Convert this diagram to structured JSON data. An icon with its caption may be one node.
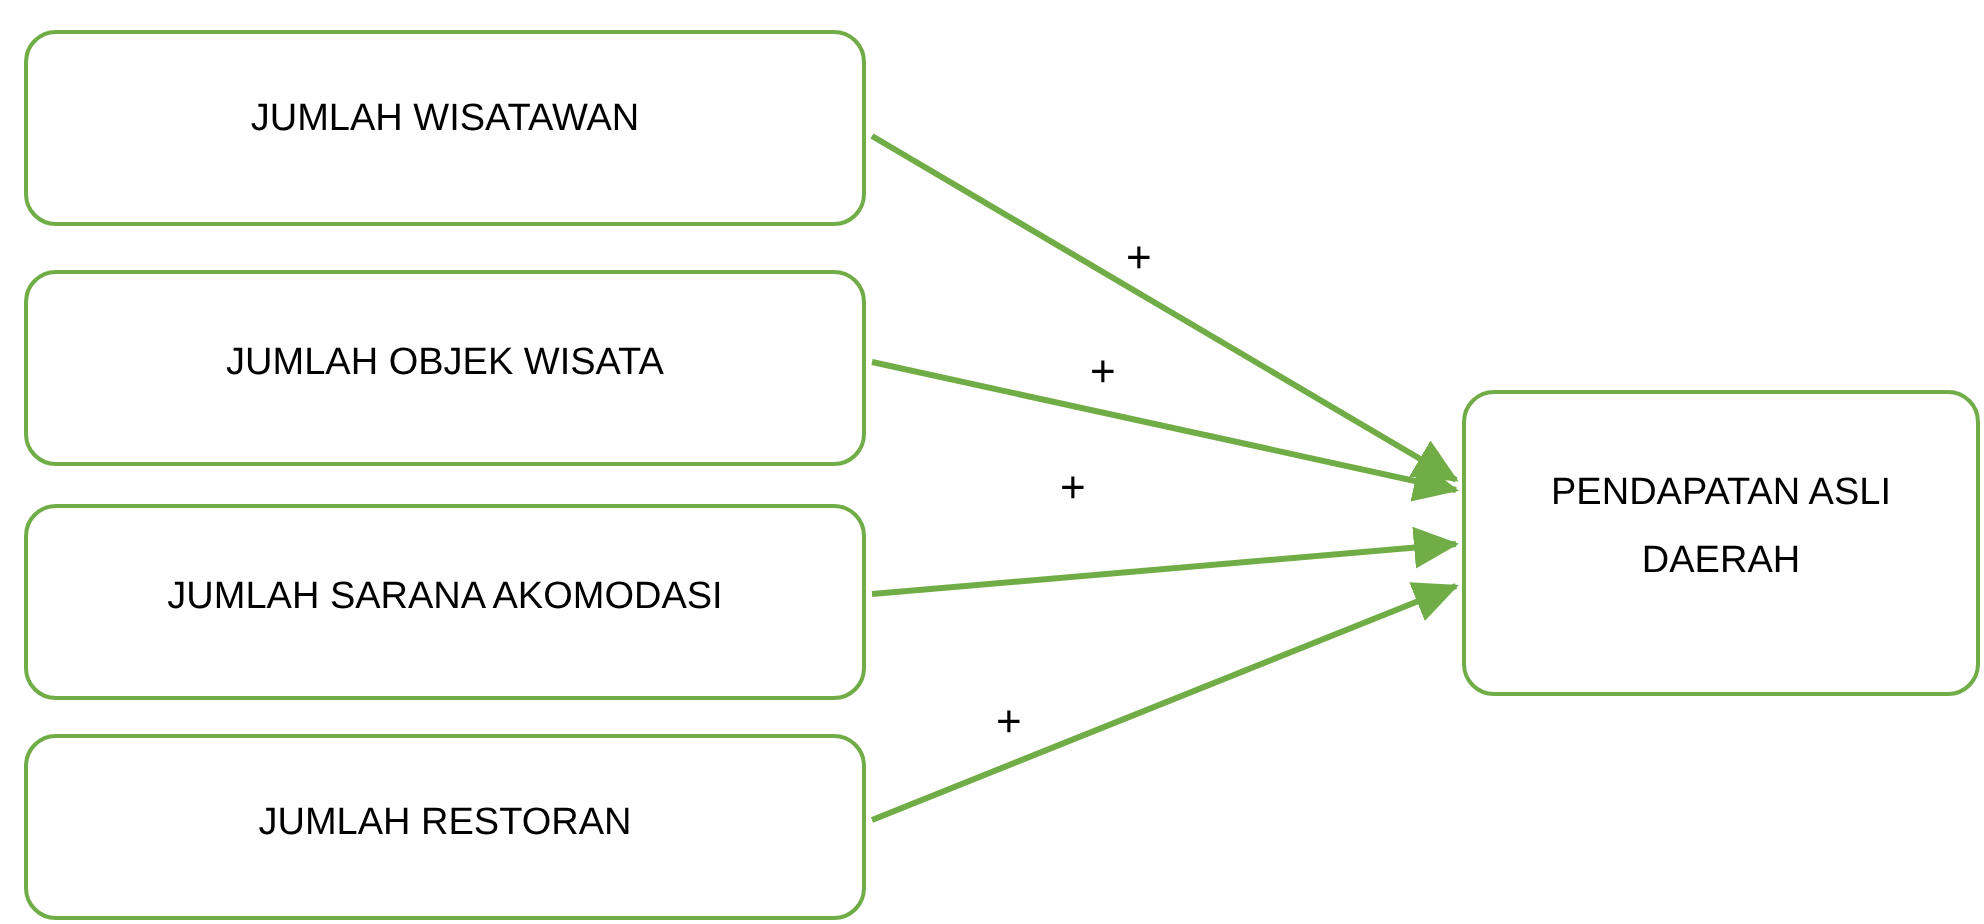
{
  "diagram": {
    "nodes": [
      {
        "text": [
          "JUMLAH WISATAWAN"
        ]
      },
      {
        "text": [
          "JUMLAH OBJEK WISATA"
        ]
      },
      {
        "text": [
          "JUMLAH SARANA AKOMODASI"
        ]
      },
      {
        "text": [
          "JUMLAH RESTORAN"
        ]
      },
      {
        "text": [
          "PENDAPATAN ASLI DAERAH"
        ]
      }
    ],
    "edges": [
      {
        "from": 0,
        "to": 4,
        "arrow": "to",
        "label": "+"
      },
      {
        "from": 1,
        "to": 4,
        "arrow": "to",
        "label": "+"
      },
      {
        "from": 2,
        "to": 4,
        "arrow": "to",
        "label": "+"
      },
      {
        "from": 3,
        "to": 4,
        "arrow": "to",
        "label": "+"
      }
    ]
  }
}
